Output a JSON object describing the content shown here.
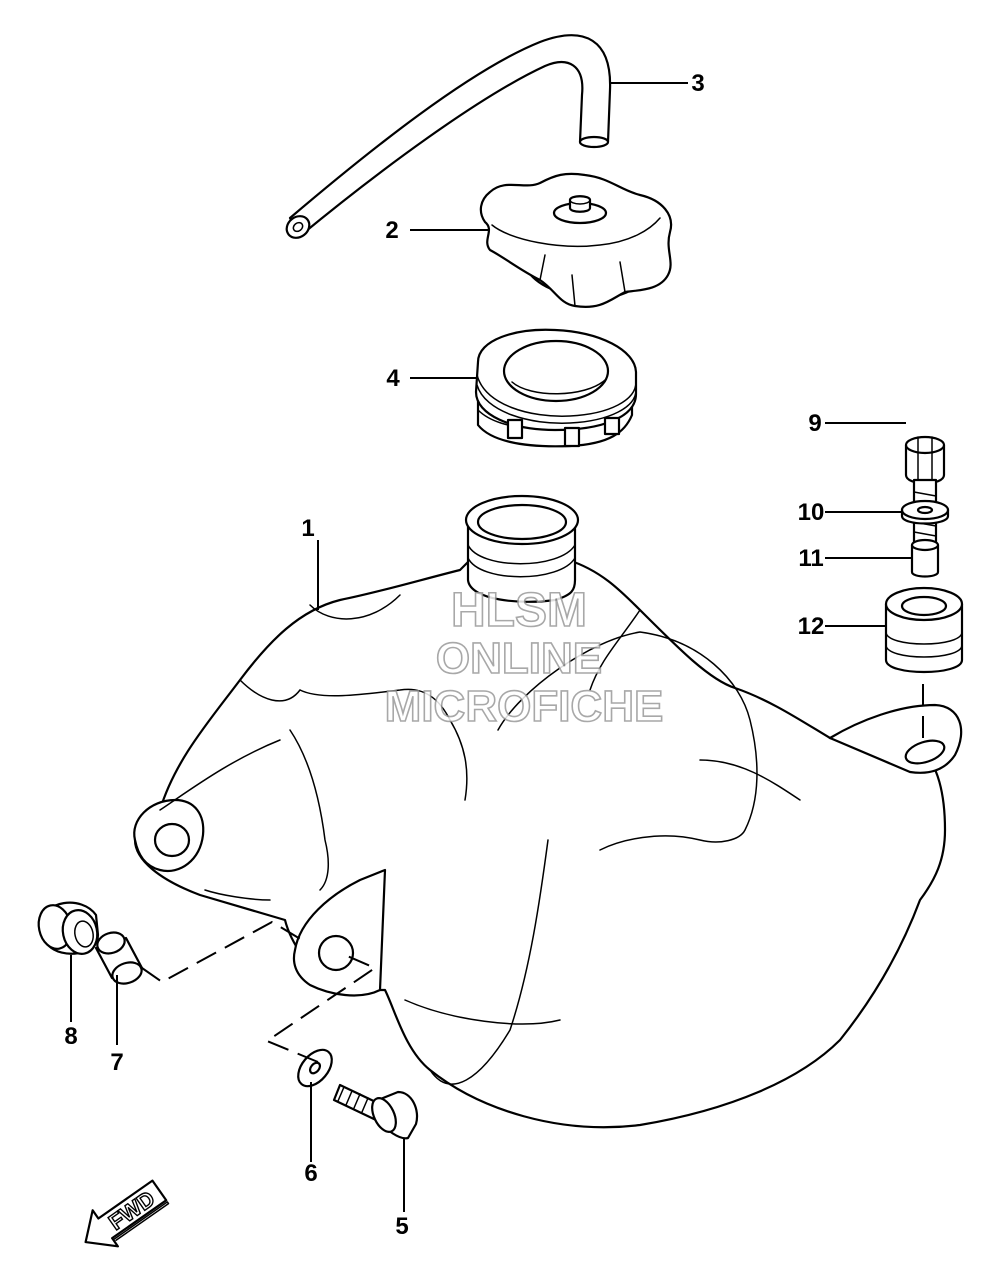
{
  "callouts": {
    "c1": "1",
    "c2": "2",
    "c3": "3",
    "c4": "4",
    "c5": "5",
    "c6": "6",
    "c7": "7",
    "c8": "8",
    "c9": "9",
    "c10": "10",
    "c11": "11",
    "c12": "12"
  },
  "watermark": {
    "line1": "HLSM",
    "line2": "ONLINE",
    "line3": "MICROFICHE"
  },
  "direction_arrow": {
    "label": "FWD"
  }
}
